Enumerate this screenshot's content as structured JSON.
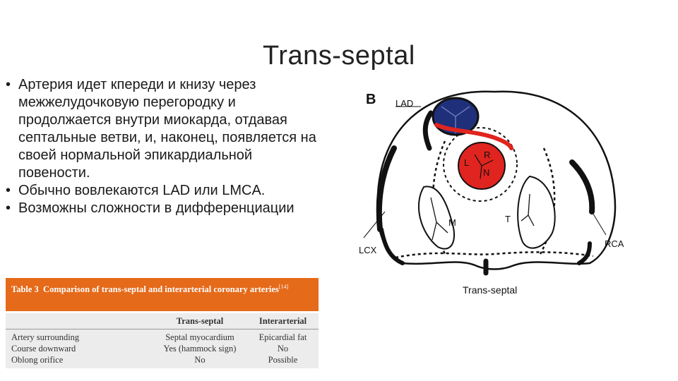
{
  "slide": {
    "title": "Trans-septal",
    "bullets": [
      "Артерия идет кпереди и книзу через межжелудочковую перегородку и продолжается внутри миокарда, отдавая септальные ветви, и, наконец, появляется на своей нормальной эпикардиальной повености.",
      "Обычно вовлекаются LAD или LMCA.",
      "Возможны сложности в дифференциации"
    ]
  },
  "table": {
    "caption_bold": "Table 3",
    "caption_text": "Comparison of trans-septal and interarterial coronary arteries",
    "caption_ref": "[14]",
    "headers": [
      "",
      "Trans-septal",
      "Interarterial"
    ],
    "rows": [
      [
        "Artery surrounding",
        "Septal myocardium",
        "Epicardial fat"
      ],
      [
        "Course downward",
        "Yes (hammock sign)",
        "No"
      ],
      [
        "Oblong orifice",
        "No",
        "Possible"
      ]
    ]
  },
  "diagram": {
    "panel_label": "B",
    "labels": {
      "lad": "LAD",
      "l": "L",
      "r": "R",
      "n": "N",
      "m": "M",
      "t": "T",
      "rca": "RCA",
      "lcx": "LCX"
    },
    "caption": "Trans-septal",
    "colors": {
      "pulmonary": "#1f2f7a",
      "aorta": "#e0241f",
      "red_course": "#e0241f",
      "outline": "#111111"
    }
  }
}
